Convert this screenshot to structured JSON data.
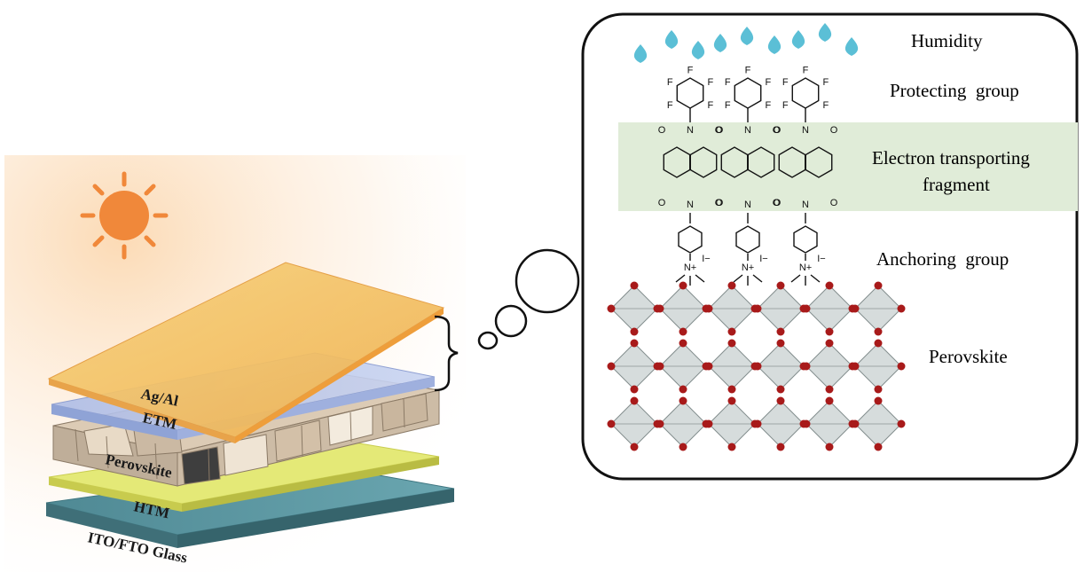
{
  "device": {
    "layers": {
      "ag_al": "Ag/Al",
      "etm": "ETM",
      "perovskite": "Perovskite",
      "htm": "HTM",
      "glass": "ITO/FTO Glass"
    }
  },
  "panel": {
    "labels": {
      "humidity": "Humidity",
      "protecting": "Protecting  group",
      "electron_line1": "Electron transporting",
      "electron_line2": "fragment",
      "anchoring": "Anchoring  group",
      "perovskite": "Perovskite"
    },
    "atoms": {
      "fluorine": "F",
      "oxygen": "O",
      "nitrogen": "N",
      "ammonium": "N+",
      "iodide": "I−"
    }
  },
  "colors": {
    "sun": "#f0883a",
    "top_electrode": "#f5c56a",
    "etm": "#b8c6ea",
    "perovskite_grain": "#d8c8b2",
    "htm": "#e3e873",
    "glass": "#5f99a3",
    "water_drop": "#5bbfd6",
    "highlight_band": "#e0ecd8",
    "octahedron": "#cfd6d6",
    "atom_red": "#a81a1a"
  }
}
